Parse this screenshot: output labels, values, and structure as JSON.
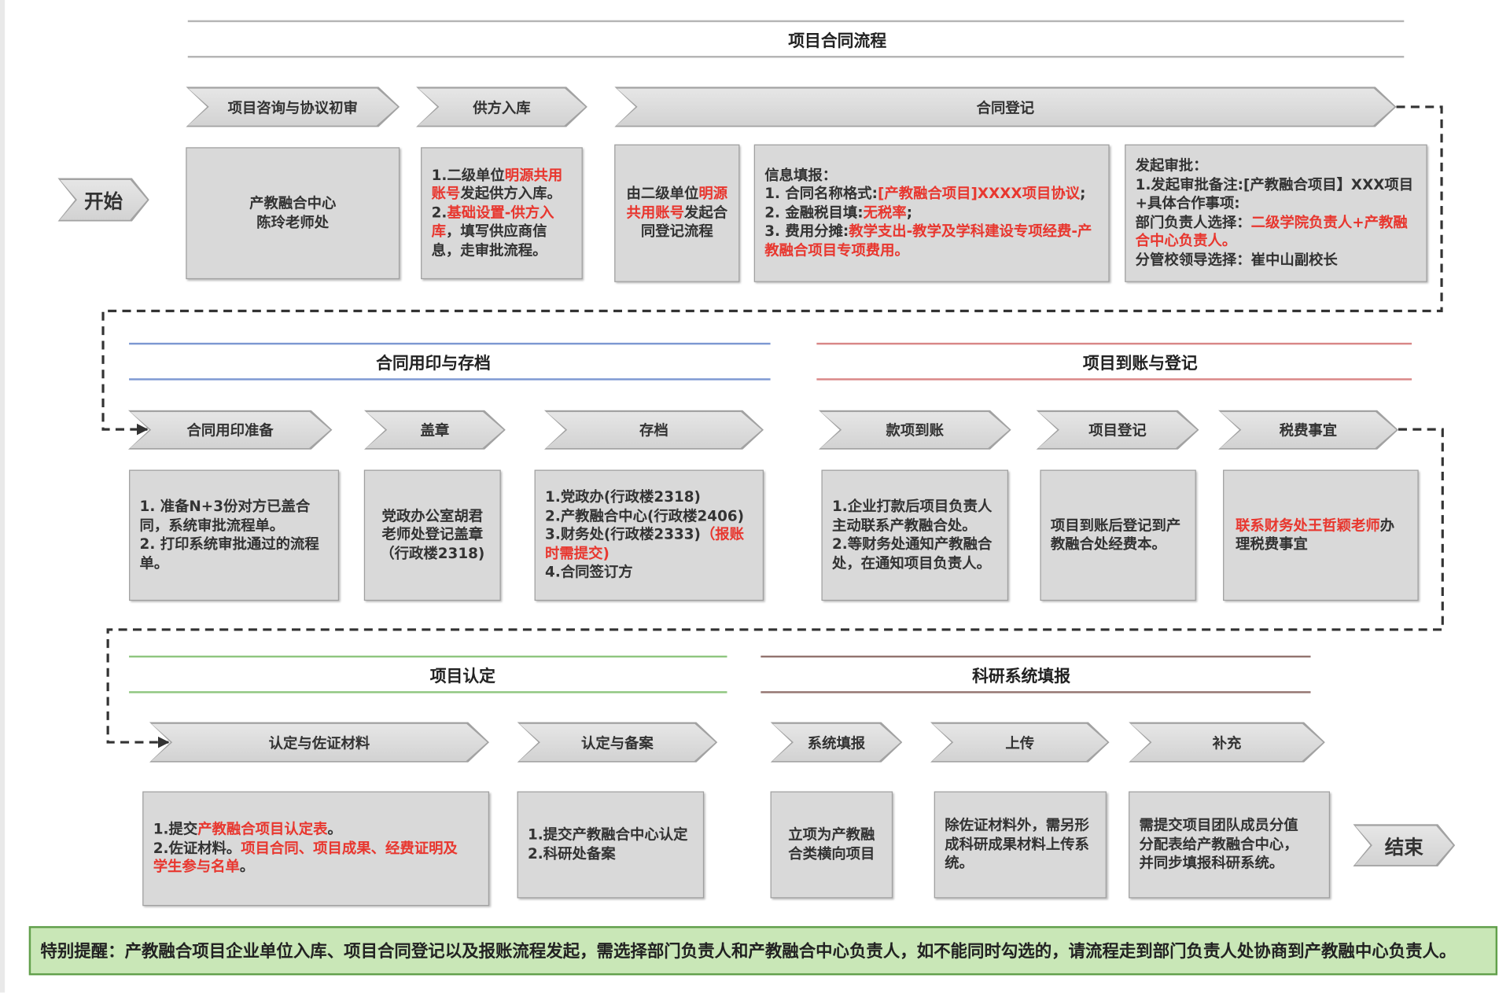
{
  "colors": {
    "highlight": "#e8372f",
    "stage1_rule": "#b5b5b5",
    "seal_rule": "#7d98d2",
    "arrival_rule": "#d98787",
    "recognition_rule": "#8fc67f",
    "research_rule": "#937470",
    "notice_bg": "#c9e7b7",
    "notice_border": "#62a04c"
  },
  "flow": {
    "start": "开始",
    "end": "结束"
  },
  "contract_flow": {
    "title": "项目合同流程",
    "steps": [
      {
        "label": "项目咨询与协议初审"
      },
      {
        "label": "供方入库"
      },
      {
        "label": "合同登记"
      }
    ],
    "details": [
      [
        [
          {
            "t": "产教融合中心"
          }
        ],
        [
          {
            "t": "陈玲老师处"
          }
        ]
      ],
      [
        [
          {
            "t": "1.二级单位"
          },
          {
            "t": "明源共用账号",
            "hl": true
          },
          {
            "t": "发起供方入库。"
          }
        ],
        [
          {
            "t": "2."
          },
          {
            "t": "基础设置-供方入库",
            "hl": true
          },
          {
            "t": "，填写供应商信息，走审批流程。"
          }
        ]
      ],
      [
        [
          {
            "t": "由二级单位"
          },
          {
            "t": "明源共用账号",
            "hl": true
          },
          {
            "t": "发起合同登记流程"
          }
        ]
      ],
      [
        [
          {
            "t": "信息填报："
          }
        ],
        [
          {
            "t": "1. 合同名称格式:"
          },
          {
            "t": "[产教融合项目]XXXX项目协议",
            "hl": true
          },
          {
            "t": ";"
          }
        ],
        [
          {
            "t": "2. 金融税目填:"
          },
          {
            "t": "无税率",
            "hl": true
          },
          {
            "t": ";"
          }
        ],
        [
          {
            "t": "3. 费用分摊:"
          },
          {
            "t": "教学支出-教学及学科建设专项经费-产教融合项目专项费用。",
            "hl": true
          }
        ]
      ],
      [
        [
          {
            "t": "发起审批："
          }
        ],
        [
          {
            "t": "1.发起审批备注:[产教融合项目】XXX项目+具体合作事项:"
          }
        ],
        [
          {
            "t": "部门负责人选择："
          },
          {
            "t": "二级学院负责人+产教融合中心负责人。",
            "hl": true
          }
        ],
        [
          {
            "t": "分管校领导选择：崔中山副校长"
          }
        ]
      ]
    ]
  },
  "seal_archive": {
    "title": "合同用印与存档",
    "steps": [
      {
        "label": "合同用印准备"
      },
      {
        "label": "盖章"
      },
      {
        "label": "存档"
      }
    ],
    "details": [
      [
        [
          {
            "t": "1. 准备N+3份对方已盖合同，系统审批流程单。"
          }
        ],
        [
          {
            "t": "2. 打印系统审批通过的流程单。"
          }
        ]
      ],
      [
        [
          {
            "t": "党政办公室胡君老师处登记盖章（行政楼2318)"
          }
        ]
      ],
      [
        [
          {
            "t": "1.党政办(行政楼2318)"
          }
        ],
        [
          {
            "t": "2.产教融合中心(行政楼2406)"
          }
        ],
        [
          {
            "t": "3.财务处(行政楼2333)"
          },
          {
            "t": "（报账时需提交)",
            "hl": true
          }
        ],
        [
          {
            "t": "4.合同签订方"
          }
        ]
      ]
    ]
  },
  "payment_registration": {
    "title": "项目到账与登记",
    "steps": [
      {
        "label": "款项到账"
      },
      {
        "label": "项目登记"
      },
      {
        "label": "税费事宜"
      }
    ],
    "details": [
      [
        [
          {
            "t": "1.企业打款后项目负责人主动联系产教融合处。"
          }
        ],
        [
          {
            "t": "2.等财务处通知产教融合处，在通知项目负责人。"
          }
        ]
      ],
      [
        [
          {
            "t": "项目到账后登记到产教融合处经费本。"
          }
        ]
      ],
      [
        [
          {
            "t": "联系财务处王哲颖老师",
            "hl": true
          },
          {
            "t": "办理税费事宜"
          }
        ]
      ]
    ]
  },
  "project_recognition": {
    "title": "项目认定",
    "steps": [
      {
        "label": "认定与佐证材料"
      },
      {
        "label": "认定与备案"
      }
    ],
    "details": [
      [
        [
          {
            "t": "1.提交"
          },
          {
            "t": "产教融合项目认定表",
            "hl": true
          },
          {
            "t": "。"
          }
        ],
        [
          {
            "t": "2.佐证材料。"
          },
          {
            "t": "项目合同、项目成果、经费证明及学生参与名单",
            "hl": true
          },
          {
            "t": "。"
          }
        ]
      ],
      [
        [
          {
            "t": "1.提交产教融合中心认定"
          }
        ],
        [
          {
            "t": "2.科研处备案"
          }
        ]
      ]
    ]
  },
  "research_system": {
    "title": "科研系统填报",
    "steps": [
      {
        "label": "系统填报"
      },
      {
        "label": "上传"
      },
      {
        "label": "补充"
      }
    ],
    "details": [
      [
        [
          {
            "t": "立项为产教融合类横向项目"
          }
        ]
      ],
      [
        [
          {
            "t": "除佐证材料外，需另形成科研成果材料上传系统。"
          }
        ]
      ],
      [
        [
          {
            "t": "需提交项目团队成员分值分配表给产教融合中心，并同步填报科研系统。"
          }
        ]
      ]
    ]
  },
  "notice": "特别提醒：产教融合项目企业单位入库、项目合同登记以及报账流程发起，需选择部门负责人和产教融合中心负责人，如不能同时勾选的，请流程走到部门负责人处协商到产教融中心负责人。"
}
